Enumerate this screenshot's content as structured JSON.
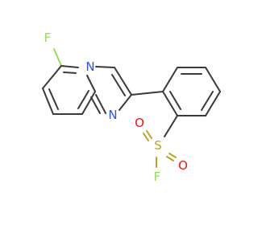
{
  "molecule": {
    "atoms": {
      "fluoro_ring": {
        "symbol": "F",
        "color": "#90e050"
      },
      "bridge_n": {
        "symbol": "N",
        "color": "#3050f8"
      },
      "imine_n": {
        "symbol": "N",
        "color": "#3050f8"
      },
      "sulfur": {
        "symbol": "S",
        "color": "#b8a420"
      },
      "oxygen_1": {
        "symbol": "O",
        "color": "#ff0d0d"
      },
      "oxygen_2": {
        "symbol": "O",
        "color": "#ff0d0d"
      },
      "fluoro_sulfonyl": {
        "symbol": "F",
        "color": "#90e050"
      }
    },
    "bond_color": "#3a3a3a"
  }
}
